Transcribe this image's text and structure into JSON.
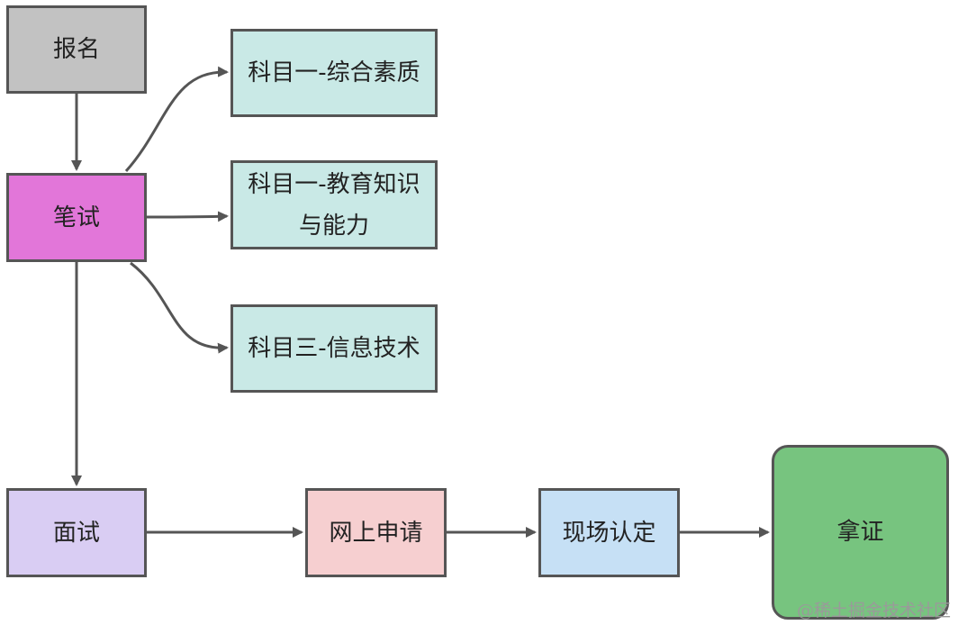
{
  "nodes": {
    "baoming": "报名",
    "bishi": "笔试",
    "kemu1": "科目一-综合素质",
    "kemu2_line1": "科目一-教育知识",
    "kemu2_line2": "与能力",
    "kemu3": "科目三-信息技术",
    "mianshi": "面试",
    "wangshang": "网上申请",
    "xianchang": "现场认定",
    "nazheng": "拿证"
  },
  "colors": {
    "baoming": "#c2c2c2",
    "bishi": "#e276d9",
    "kemu": "#c9e9e6",
    "mianshi": "#d9cdf3",
    "wangshang": "#f6cfd0",
    "xianchang": "#c6e0f5",
    "nazheng": "#77c47f",
    "edge": "#555555"
  },
  "watermark": "@稀土掘金技术社区"
}
